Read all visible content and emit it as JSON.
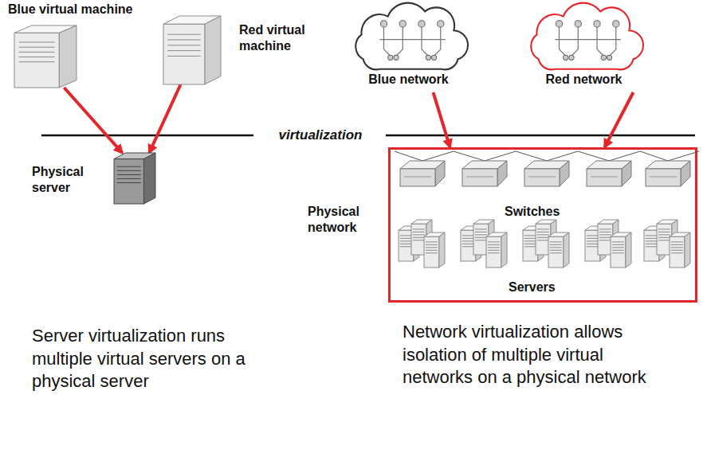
{
  "diagram": {
    "nodes": [
      {
        "text": [
          "Blue virtual machine"
        ]
      },
      {
        "text": [
          "Red virtual machine"
        ]
      },
      {
        "text": [
          "Physical server"
        ]
      },
      {
        "text": [
          "Blue network"
        ]
      },
      {
        "text": [
          "Red network"
        ]
      },
      {
        "text": [
          "Physical network"
        ]
      }
    ],
    "edges": [
      {
        "from": 0,
        "to": 2,
        "arrow": "to"
      },
      {
        "from": 1,
        "to": 2,
        "arrow": "to"
      },
      {
        "from": 3,
        "to": 5,
        "arrow": "to"
      },
      {
        "from": 4,
        "to": 5,
        "arrow": "to"
      }
    ],
    "labels": [
      "virtualization",
      "Switches",
      "Servers",
      "Server virtualization runs multiple virtual servers on a physical server",
      "Network virtualization allows isolation of multiple virtual networks on a physical network"
    ]
  }
}
